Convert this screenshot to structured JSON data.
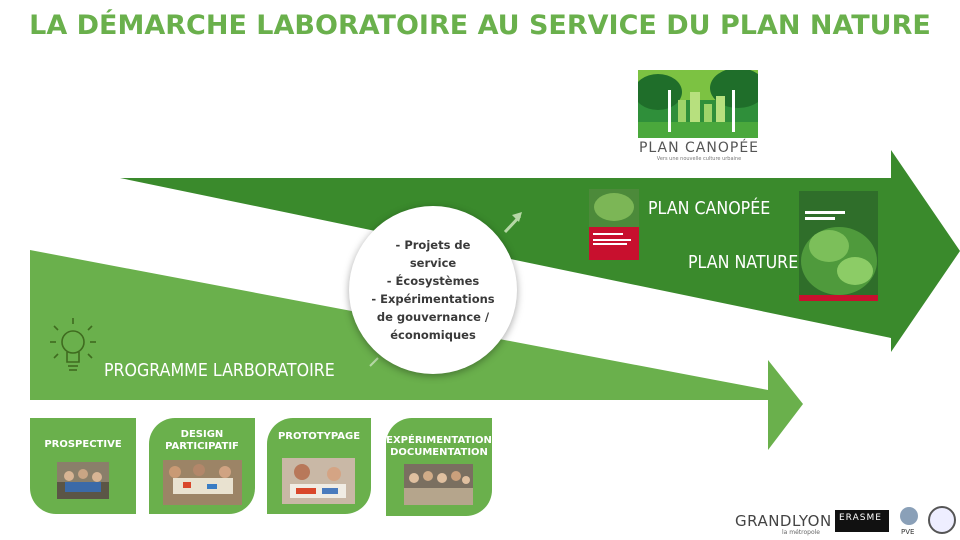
{
  "title": "LA DÉMARCHE LABORATOIRE AU SERVICE DU PLAN NATURE",
  "program_label": "PROGRAMME LARBORATOIRE",
  "plan_canopee_label": "PLAN CANOPÉE",
  "plan_nature_label": "PLAN NATURE",
  "circle": {
    "lines": [
      "- Projets de",
      "service",
      "- Écosystèmes",
      "- Expérimentations",
      "de gouvernance /",
      "économiques"
    ]
  },
  "tiles": [
    {
      "line1": "PROSPECTIVE",
      "line2": ""
    },
    {
      "line1": "DESIGN",
      "line2": "PARTICIPATIF"
    },
    {
      "line1": "PROTOTYPAGE",
      "line2": ""
    },
    {
      "line1": "EXPÉRIMENTATION",
      "line2": "DOCUMENTATION"
    }
  ],
  "canopee_logo": {
    "caption": "PLAN CANOPÉE",
    "subtitle": "Vers une nouvelle culture urbaine"
  },
  "footer": {
    "grandlyon": "GRANDLYON",
    "grandlyon_sub": "la métropole",
    "erasme": "ERASME",
    "pve": "PVE"
  },
  "colors": {
    "title_green": "#6ab04c",
    "dark_green": "#3a8a2c",
    "light_green": "#6ab04c"
  }
}
